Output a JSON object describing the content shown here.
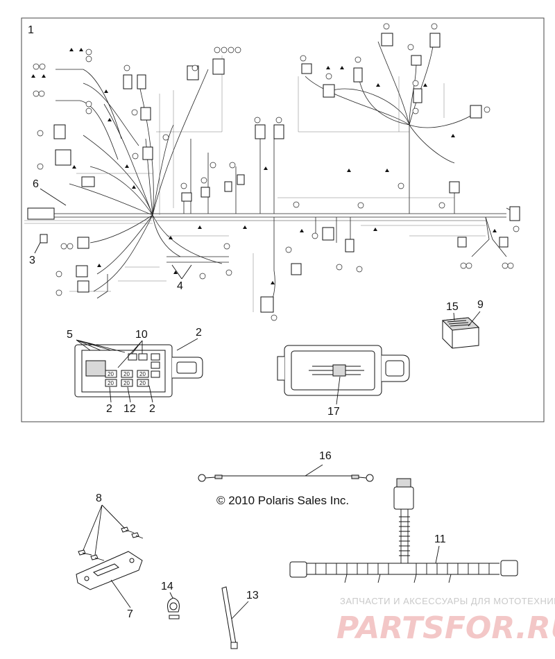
{
  "callouts": {
    "c1": "1",
    "c2a": "2",
    "c2b": "2",
    "c2c": "2",
    "c3": "3",
    "c4": "4",
    "c5": "5",
    "c6": "6",
    "c7": "7",
    "c8": "8",
    "c9": "9",
    "c10": "10",
    "c11": "11",
    "c12": "12",
    "c13": "13",
    "c14": "14",
    "c15": "15",
    "c16": "16",
    "c17": "17"
  },
  "fuse_labels": [
    "20",
    "20",
    "20",
    "20",
    "20",
    "20"
  ],
  "copyright": "© 2010 Polaris Sales Inc.",
  "watermark": {
    "tagline": "ЗАПЧАСТИ И АКСЕССУАРЫ ДЛЯ МОТОТЕХНИКИ",
    "brand": "PARTSFOR.RU"
  }
}
